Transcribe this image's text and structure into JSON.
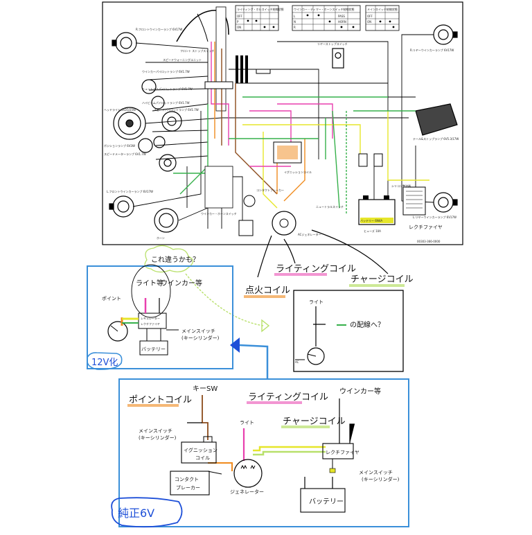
{
  "table_headers": {
    "lighting": "ライティング・ホルスイッチ結線状態",
    "winker": "ウインカー・ディマー・ホーンスイッチ結線状態",
    "main": "メインスイッチ結線状態"
  },
  "table_rows": {
    "lighting": [
      "OFF",
      "P",
      "ON"
    ],
    "winker": [
      "L",
      "N",
      "R",
      "PASS",
      "HORN"
    ],
    "main": [
      "OFF",
      "ON"
    ]
  },
  "diagram_labels": {
    "r_front_winker": "R.フロントウインカーランプ 6V17W",
    "front_stop_sw": "フロント ストップスイッチ",
    "speedo_lamp": "スピードウォーニングユニット",
    "winker_pilot": "ウインカーパイロットランプ 6V1.7W",
    "neutral_pilot": "ニュートラルパイロットランプ 6V1.7W",
    "high_beam_pilot": "ハイビームパイロットランプ 6V1.7W",
    "headlight": "ヘッドライト 6V25/25W",
    "speed_pilot": "スピードパイロットランプ 6V1.7W",
    "position_lamp": "ポジションランプ 6V3W",
    "speedo_meter_lamp": "スピードメーターランプ 6V1.7W",
    "l_front_winker": "L.フロントウインカーランプ 6V17W",
    "horn": "ホーン",
    "winker_horn_sw": "ウインカー・ホーンスイッチ",
    "rear_stop_sw": "リヤーストップスイッチ",
    "r_rear_winker": "R.リヤーウインカーランプ 6V17W",
    "tail_stop": "テール&ストップランプ 6V5.3/17W",
    "l_rear_winker": "L.リヤーウインカーランプ 6V17W",
    "battery": "バッテリー 6N4A",
    "silicon": "シリコン整流器",
    "fuse": "ヒューズ 10A",
    "neutral_sw": "ニュートラルスイッチ",
    "coil": "イグニッションコイル",
    "contact": "コンタクトブレーカー",
    "generator": "ACジェネレーター",
    "part_no": "00303-366-0000",
    "rectifier": "レクチファイヤ"
  },
  "annotations": {
    "wiring_changes": "これ違うかも？",
    "lighting_coil": "ライティングコイル",
    "ignition_coil": "点火コイル",
    "charge_coil": "チャージコイル",
    "question": "の配線へ？",
    "light_short": "ライト"
  },
  "box_12v": {
    "tag": "12V化",
    "light": "ライト等",
    "winker": "ウインカー等",
    "point": "ポイント",
    "regulator_line1": "レギュレーター",
    "regulator_line2": "レクチファイヤ",
    "main_switch": "メインスイッチ",
    "main_switch_sub": "(キーシリンダー)",
    "battery": "バッテリー"
  },
  "box_6v": {
    "tag": "純正6V",
    "key_switch": "キーSW",
    "winker": "ウインカー等",
    "point_coil": "ポイントコイル",
    "lighting_coil": "ライティングコイル",
    "charge_coil": "チャージコイル",
    "main_switch": "メインスイッチ",
    "main_switch_sub": "(キーシリンダー)",
    "light": "ライト",
    "ignition_coil_line1": "イグニッション",
    "ignition_coil_line2": "コイル",
    "contact_line1": "コンタクト",
    "contact_line2": "ブレーカー",
    "generator": "ジェネレーター",
    "rectifier": "レクチファイヤ",
    "main_switch2": "メインスイッチ",
    "main_switch2_sub": "(キーシリンダー)",
    "battery": "バッテリー"
  },
  "colors": {
    "blue_frame": "#3a8fd9",
    "dark_blue": "#1d4fd8",
    "orange": "#f08a1c",
    "pink": "#e83fae",
    "yellow": "#e6e62a",
    "green": "#35b04a",
    "brown": "#8b4a1a",
    "lightgreen": "#b8e06a"
  }
}
